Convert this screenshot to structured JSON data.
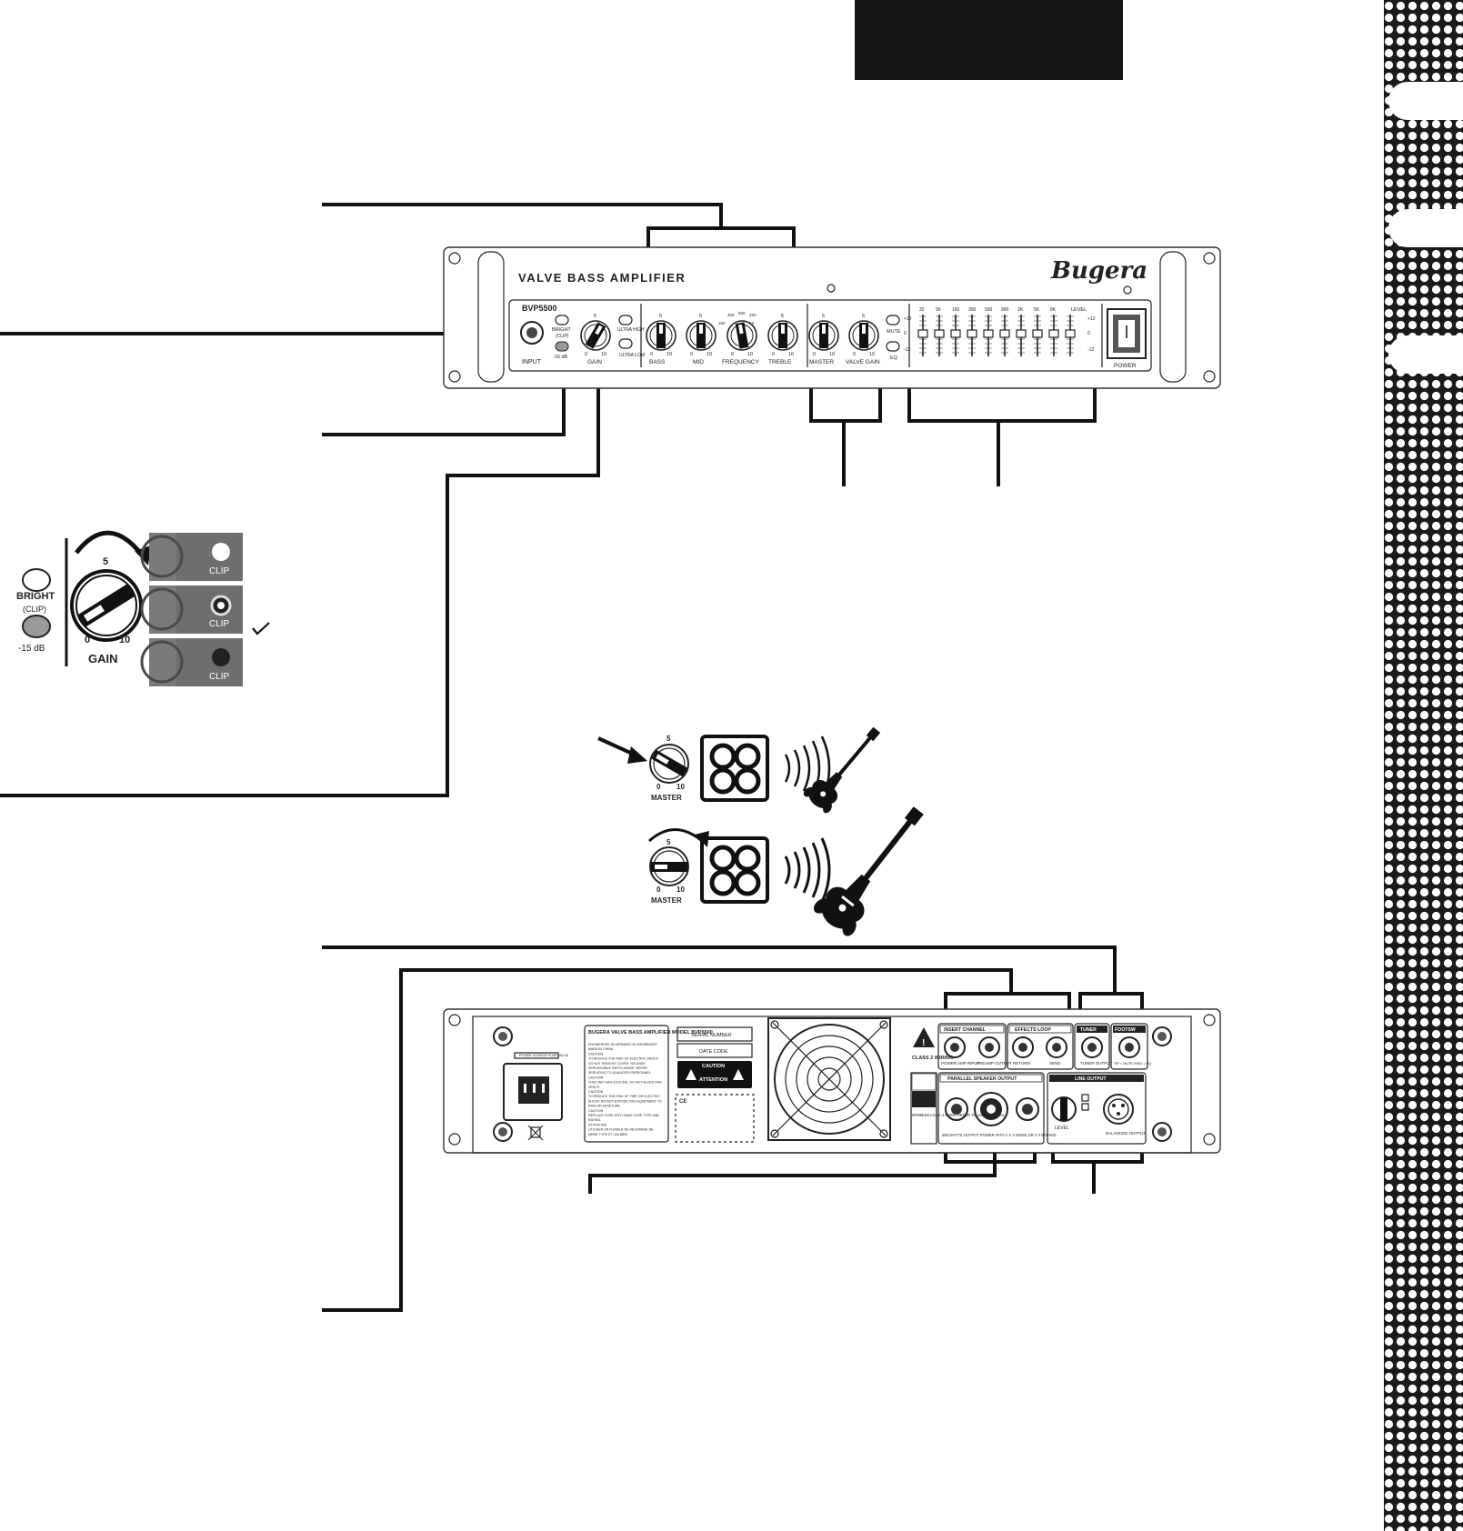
{
  "front": {
    "title": "VALVE BASS AMPLIFIER",
    "model": "BVP5500",
    "brand": "Bugera",
    "input_label": "INPUT",
    "bright_label": "BRIGHT",
    "clip_label": "(CLIP)",
    "pad_label": "-15 dB",
    "gain_label": "GAIN",
    "ultra_high_label": "ULTRA HIGH",
    "ultra_low_label": "ULTRA LOW",
    "bass_label": "BASS",
    "mid_label": "MID",
    "frequency_label": "FREQUENCY",
    "treble_label": "TREBLE",
    "master_label": "MASTER",
    "valve_gain_label": "VALVE GAIN",
    "mute_label": "MUTE",
    "eq_label": "EQ",
    "level_label": "LEVEL",
    "power_label": "POWER",
    "scale_min": "0",
    "scale_mid": "5",
    "scale_max": "10",
    "eq_bands": [
      "32",
      "90",
      "160",
      "300",
      "500",
      "900",
      "2K",
      "5K",
      "8K"
    ],
    "eq_scale": [
      "+12",
      "0",
      "-12"
    ],
    "freq_marks": [
      "150",
      "300",
      "500",
      "250",
      "1K"
    ]
  },
  "detail": {
    "bright_label": "BRIGHT",
    "clip_label": "(CLIP)",
    "pad_label": "-15 dB",
    "gain_label": "GAIN",
    "scale_min": "0",
    "scale_mid": "5",
    "scale_max": "10",
    "clip_states": [
      "CLIP",
      "CLIP",
      "CLIP"
    ]
  },
  "master_demo": {
    "master_label": "MASTER",
    "scale_min": "0",
    "scale_mid": "5",
    "scale_max": "10"
  },
  "rear": {
    "insert_channel": "INSERT CHANNEL",
    "power_amp_input": "POWER AMP INPUT",
    "preamp_output": "PREAMP OUTPUT",
    "effects_loop": "EFFECTS LOOP",
    "return_label": "RETURN",
    "send_label": "SEND",
    "tuner": "TUNER",
    "tuner_output": "TUNER OUTPUT",
    "footsw": "FOOTSW",
    "footsw_desc": "TIP = MUTE RING = EQ",
    "class2": "CLASS 2 WIRING",
    "parallel_speaker": "PARALLEL SPEAKER OUTPUT",
    "speaker_power": "550 WATTS OUTPUT POWER INTO 1 X 4 OHMS OR 2 X 8 OHMS",
    "line_output": "LINE OUTPUT",
    "level_label": "LEVEL",
    "balanced_output": "BALANCED OUTPUT",
    "min_load": "MINIMUM LOAD 4 OHMS REFER TO USER MANUAL",
    "serial_number": "SERIAL NUMBER",
    "date_code": "DATE CODE",
    "caution": "CAUTION",
    "attention": "ATTENTION",
    "power_source_label": "POWER SOURCE/ FUSE VALUE",
    "label_heading": "BUGERA VALVE BASS AMPLIFIER MODEL BVP5500",
    "label_lines": [
      "ENGINEERED IN GERMANY BY BEHRINGER",
      "MADE IN CHINA",
      "CAUTION",
      "TO REDUCE THE RISK OF ELECTRIC SHOCK",
      "DO NOT REMOVE COVER. NO USER",
      "SERVICEABLE PARTS INSIDE. REFER",
      "SERVICING TO QUALIFIED PERSONNEL.",
      "CAUTION",
      "THIS UNIT HAS COOLING. DO NOT BLOCK FAN",
      "VENTS.",
      "CAUTION",
      "TO REDUCE THE RISK OF FIRE OR ELECTRIC",
      "SHOCK DO NOT EXPOSE THIS EQUIPMENT TO",
      "RAIN OR MOISTURE.",
      "CAUTION",
      "REPLACE FUSE WITH SAME FUSE TYPE AND",
      "RATING.",
      "ATTENTION",
      "UTILISER UN FUSIBLE DE RECHANGE DE",
      "MEME TYPE ET CALIBRE."
    ]
  }
}
